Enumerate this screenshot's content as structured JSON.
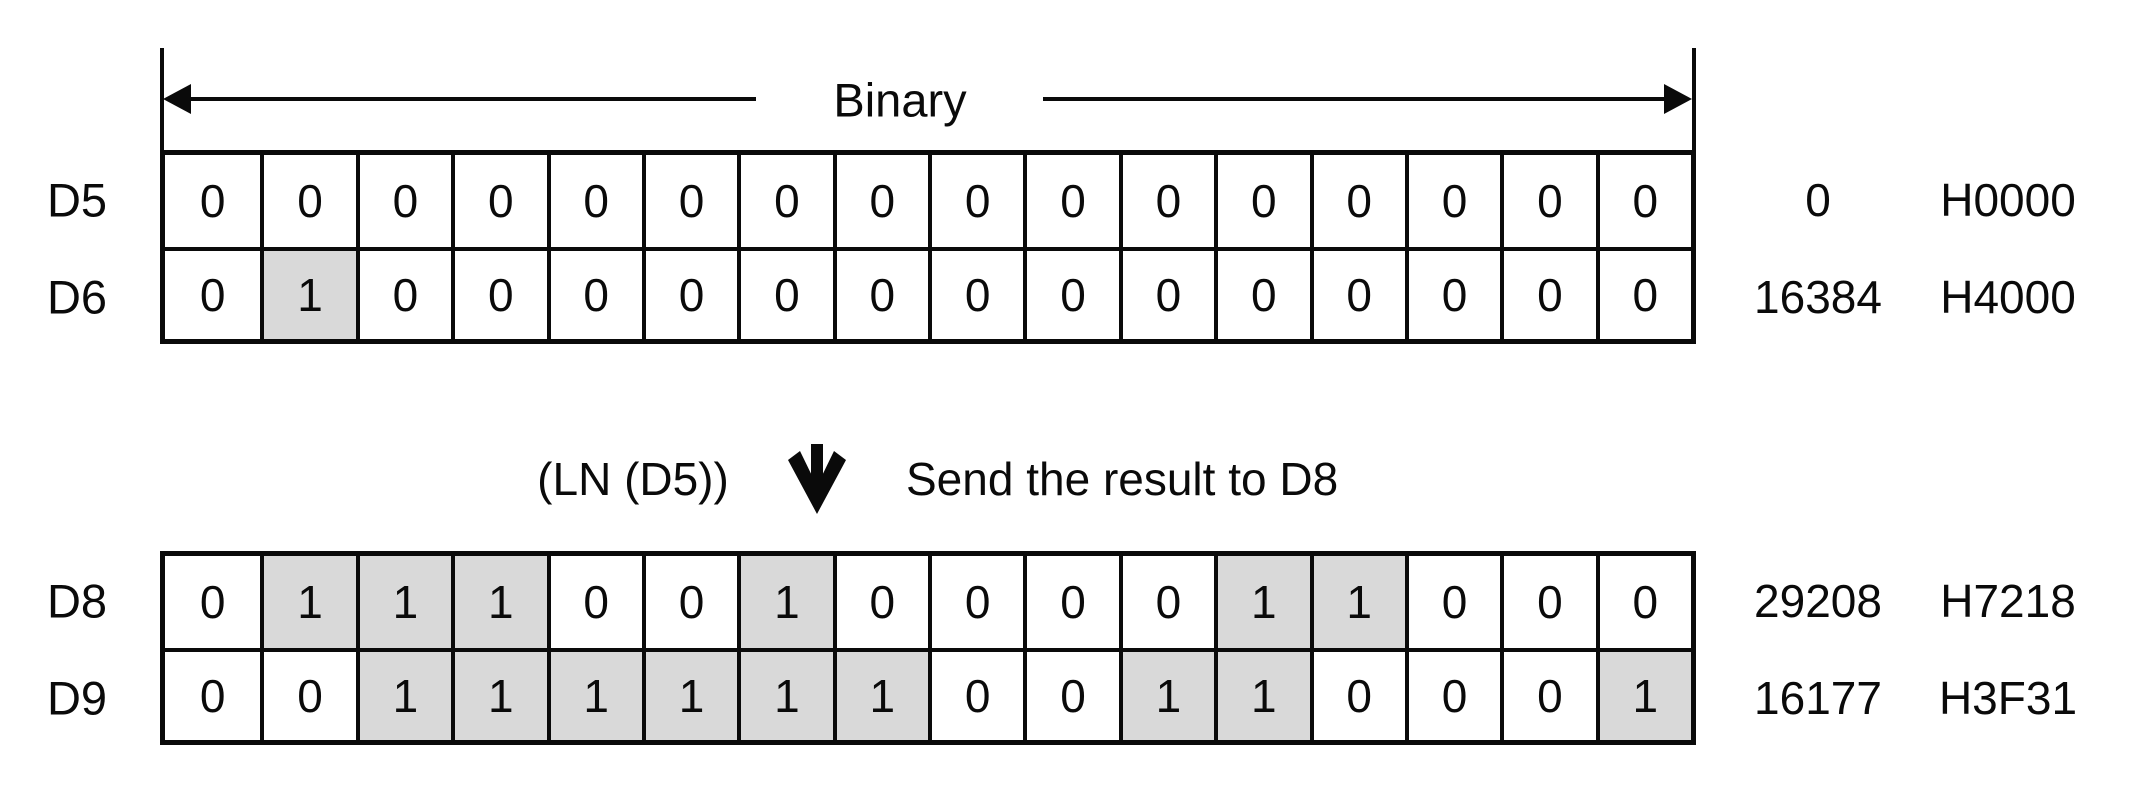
{
  "binary_label": "Binary",
  "operation": {
    "expression": "(LN (D5))",
    "description": "Send the result to D8"
  },
  "colors": {
    "shaded_cell": "#d9d9d9",
    "line": "#0a0a0a",
    "background": "#ffffff"
  },
  "registers": [
    {
      "name": "D5",
      "group": "source",
      "bits": [
        0,
        0,
        0,
        0,
        0,
        0,
        0,
        0,
        0,
        0,
        0,
        0,
        0,
        0,
        0,
        0
      ],
      "decimal": "0",
      "hex": "H0000"
    },
    {
      "name": "D6",
      "group": "source",
      "bits": [
        0,
        1,
        0,
        0,
        0,
        0,
        0,
        0,
        0,
        0,
        0,
        0,
        0,
        0,
        0,
        0
      ],
      "decimal": "16384",
      "hex": "H4000"
    },
    {
      "name": "D8",
      "group": "result",
      "bits": [
        0,
        1,
        1,
        1,
        0,
        0,
        1,
        0,
        0,
        0,
        0,
        1,
        1,
        0,
        0,
        0
      ],
      "decimal": "29208",
      "hex": "H7218"
    },
    {
      "name": "D9",
      "group": "result",
      "bits": [
        0,
        0,
        1,
        1,
        1,
        1,
        1,
        1,
        0,
        0,
        1,
        1,
        0,
        0,
        0,
        1
      ],
      "decimal": "16177",
      "hex": "H3F31"
    }
  ]
}
